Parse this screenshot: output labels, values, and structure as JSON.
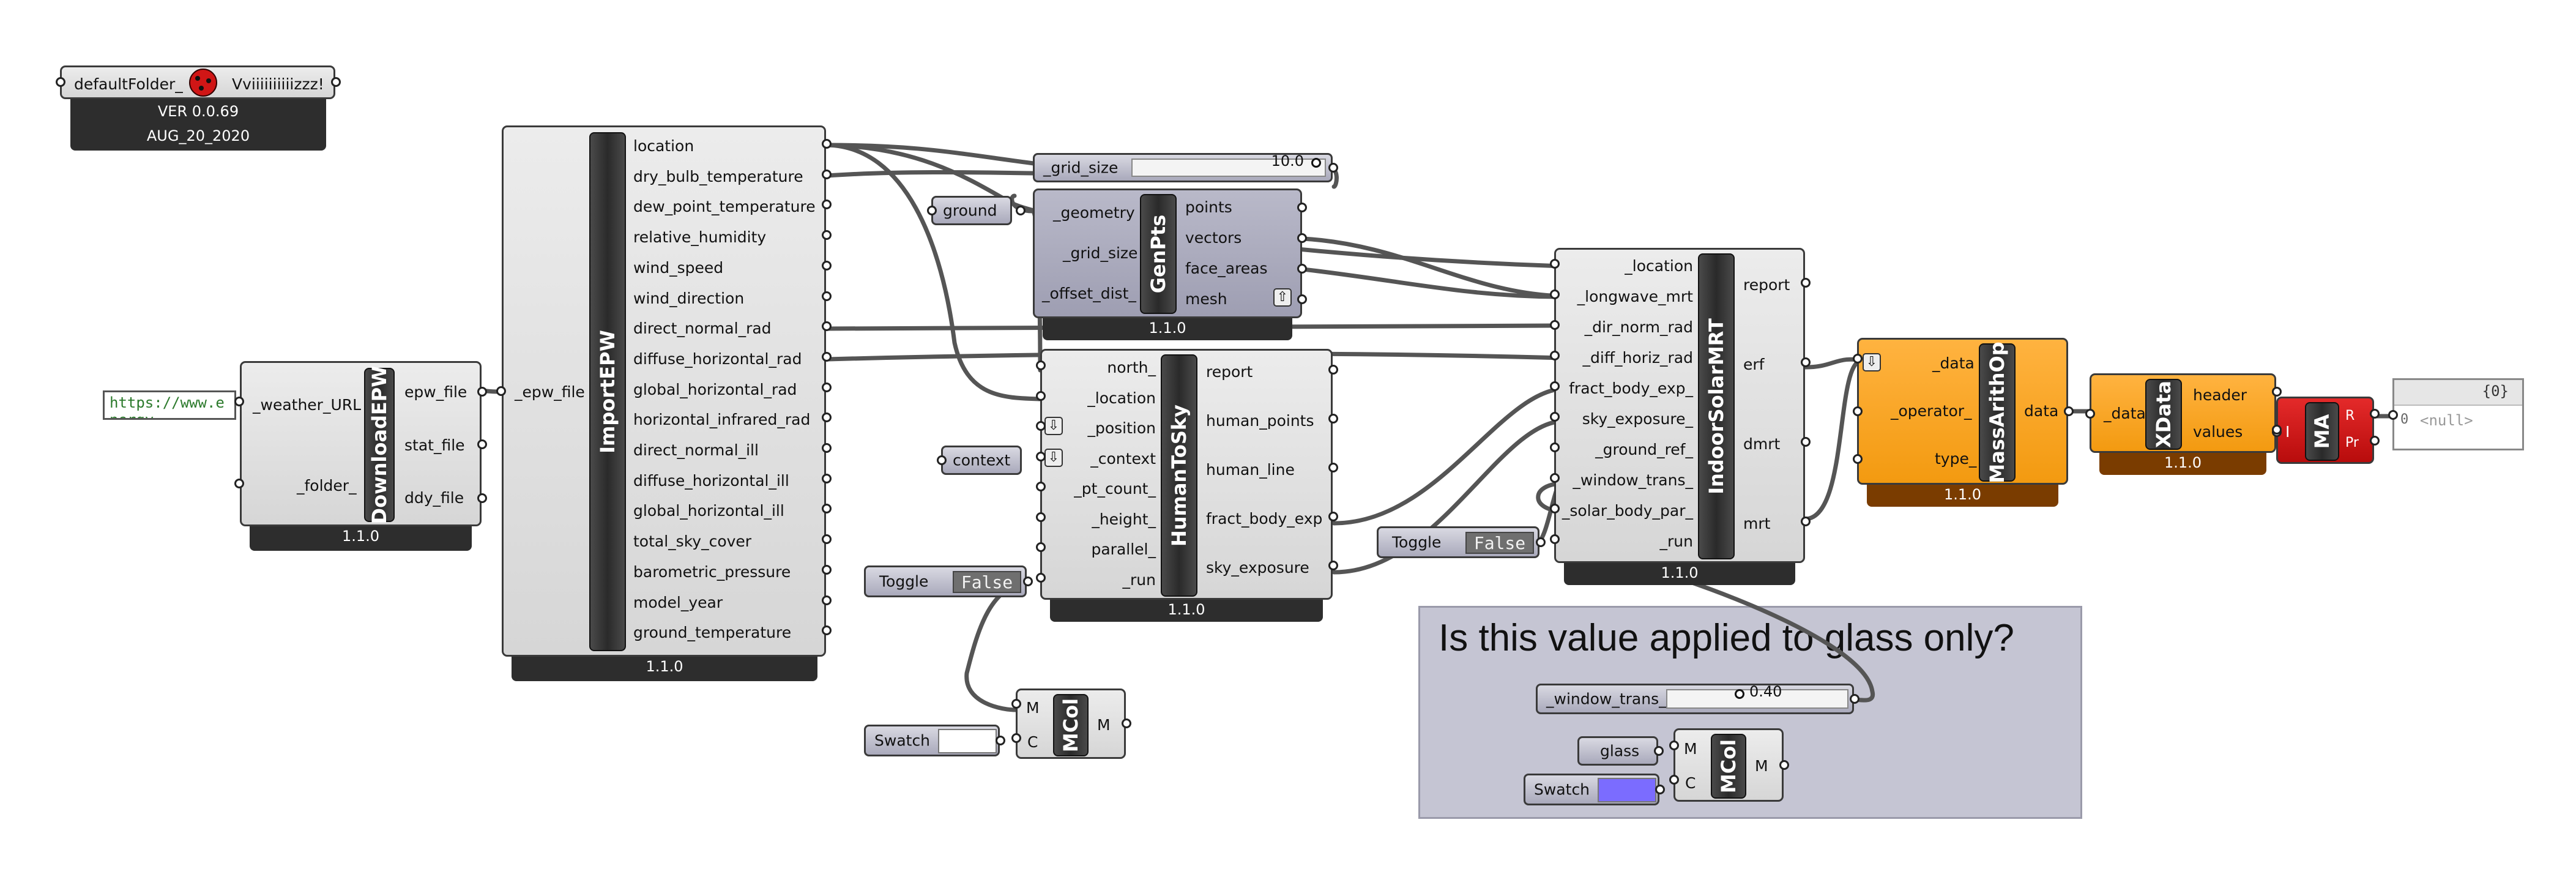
{
  "ladybug": {
    "input": "defaultFolder_",
    "output": "Vviiiiiiiiiizzz!",
    "version": "VER 0.0.69",
    "date": "AUG_20_2020"
  },
  "url_panel": {
    "text": "https://www.energy"
  },
  "download_epw": {
    "name": "DownloadEPW",
    "inputs": [
      "_weather_URL",
      "_folder_"
    ],
    "outputs": [
      "epw_file",
      "stat_file",
      "ddy_file"
    ],
    "version": "1.1.0"
  },
  "import_epw": {
    "name": "ImportEPW",
    "input": "_epw_file",
    "outputs": [
      "location",
      "dry_bulb_temperature",
      "dew_point_temperature",
      "relative_humidity",
      "wind_speed",
      "wind_direction",
      "direct_normal_rad",
      "diffuse_horizontal_rad",
      "global_horizontal_rad",
      "horizontal_infrared_rad",
      "direct_normal_ill",
      "diffuse_horizontal_ill",
      "global_horizontal_ill",
      "total_sky_cover",
      "barometric_pressure",
      "model_year",
      "ground_temperature"
    ],
    "version": "1.1.0"
  },
  "grid_slider": {
    "label": "_grid_size",
    "value": "10.0",
    "level": 0.95
  },
  "ground_param": {
    "label": "ground"
  },
  "genpts": {
    "name": "GenPts",
    "inputs": [
      "_geometry",
      "_grid_size",
      "_offset_dist_"
    ],
    "outputs": [
      "points",
      "vectors",
      "face_areas",
      "mesh"
    ],
    "version": "1.1.0"
  },
  "context_param": {
    "label": "context"
  },
  "human_to_sky": {
    "name": "HumanToSky",
    "inputs": [
      "north_",
      "_location",
      "_position",
      "_context",
      "_pt_count_",
      "_height_",
      "parallel_",
      "_run"
    ],
    "outputs": [
      "report",
      "human_points",
      "human_line",
      "fract_body_exp",
      "sky_exposure"
    ],
    "version": "1.1.0"
  },
  "toggle1": {
    "label": "Toggle",
    "value": "False"
  },
  "toggle2": {
    "label": "Toggle",
    "value": "False"
  },
  "indoor_mrt": {
    "name": "IndoorSolarMRT",
    "inputs": [
      "_location",
      "_longwave_mrt",
      "_dir_norm_rad",
      "_diff_horiz_rad",
      "fract_body_exp_",
      "sky_exposure_",
      "_ground_ref_",
      "_window_trans_",
      "_solar_body_par_",
      "_run"
    ],
    "outputs": [
      "report",
      "erf",
      "dmrt",
      "mrt"
    ],
    "version": "1.1.0"
  },
  "mass_arith": {
    "name": "MassArithOp",
    "inputs": [
      "_data",
      "_operator_",
      "type_"
    ],
    "outputs": [
      "data"
    ],
    "version": "1.1.0"
  },
  "xdata": {
    "name": "XData",
    "inputs": [
      "_data"
    ],
    "outputs": [
      "header",
      "values"
    ],
    "version": "1.1.0"
  },
  "ma": {
    "name": "MA",
    "inputs": [
      "I"
    ],
    "outputs": [
      "R",
      "Pr"
    ]
  },
  "result_panel": {
    "header": "{0}",
    "index": "0",
    "value": "<null>"
  },
  "swatch1": {
    "label": "Swatch",
    "color": "#ffffff"
  },
  "mcol1": {
    "name": "MCol",
    "inputs": [
      "M",
      "C"
    ],
    "outputs": [
      "M"
    ]
  },
  "group": {
    "title": "Is this value applied to glass only?"
  },
  "window_slider": {
    "label": "_window_trans_",
    "value": "0.40",
    "level": 0.4
  },
  "glass_param": {
    "label": "glass"
  },
  "swatch2": {
    "label": "Swatch",
    "color": "#7b6cff"
  },
  "mcol2": {
    "name": "MCol",
    "inputs": [
      "M",
      "C"
    ],
    "outputs": [
      "M"
    ]
  },
  "colors": {
    "canvas": "#ffffff",
    "component": "#d9d9d9",
    "orange": "#f39a10",
    "red": "#c81414",
    "group": "#c5c5d3",
    "wire": "#555555"
  }
}
